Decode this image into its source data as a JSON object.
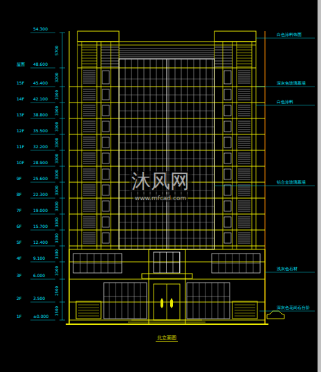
{
  "diagram": {
    "caption": "北立面图",
    "labels": [
      "54.300",
      "屋面",
      "48.600",
      "15F",
      "45.400",
      "14F",
      "42.100",
      "13F",
      "38.800",
      "12F",
      "35.500",
      "11F",
      "32.200",
      "10F",
      "28.900",
      "9F",
      "25.600",
      "8F",
      "22.300",
      "7F",
      "19.000",
      "6F",
      "15.700",
      "5F",
      "12.400",
      "4F",
      "9.100",
      "3F",
      "6.000",
      "2F",
      "3.500",
      "1F",
      "±0.000",
      "5700",
      "3200",
      "3300",
      "3300",
      "3300",
      "3300",
      "3300",
      "3300",
      "3300",
      "3300",
      "3300",
      "3300",
      "3300",
      "3100",
      "2500",
      "3500",
      "白色涂料饰面",
      "深灰色玻璃幕墙",
      "白色涂料",
      "铝合金玻璃幕墙",
      "浅灰色石材",
      "深灰色花岗石台阶",
      "沐风网",
      "www.mfcad.com"
    ]
  }
}
